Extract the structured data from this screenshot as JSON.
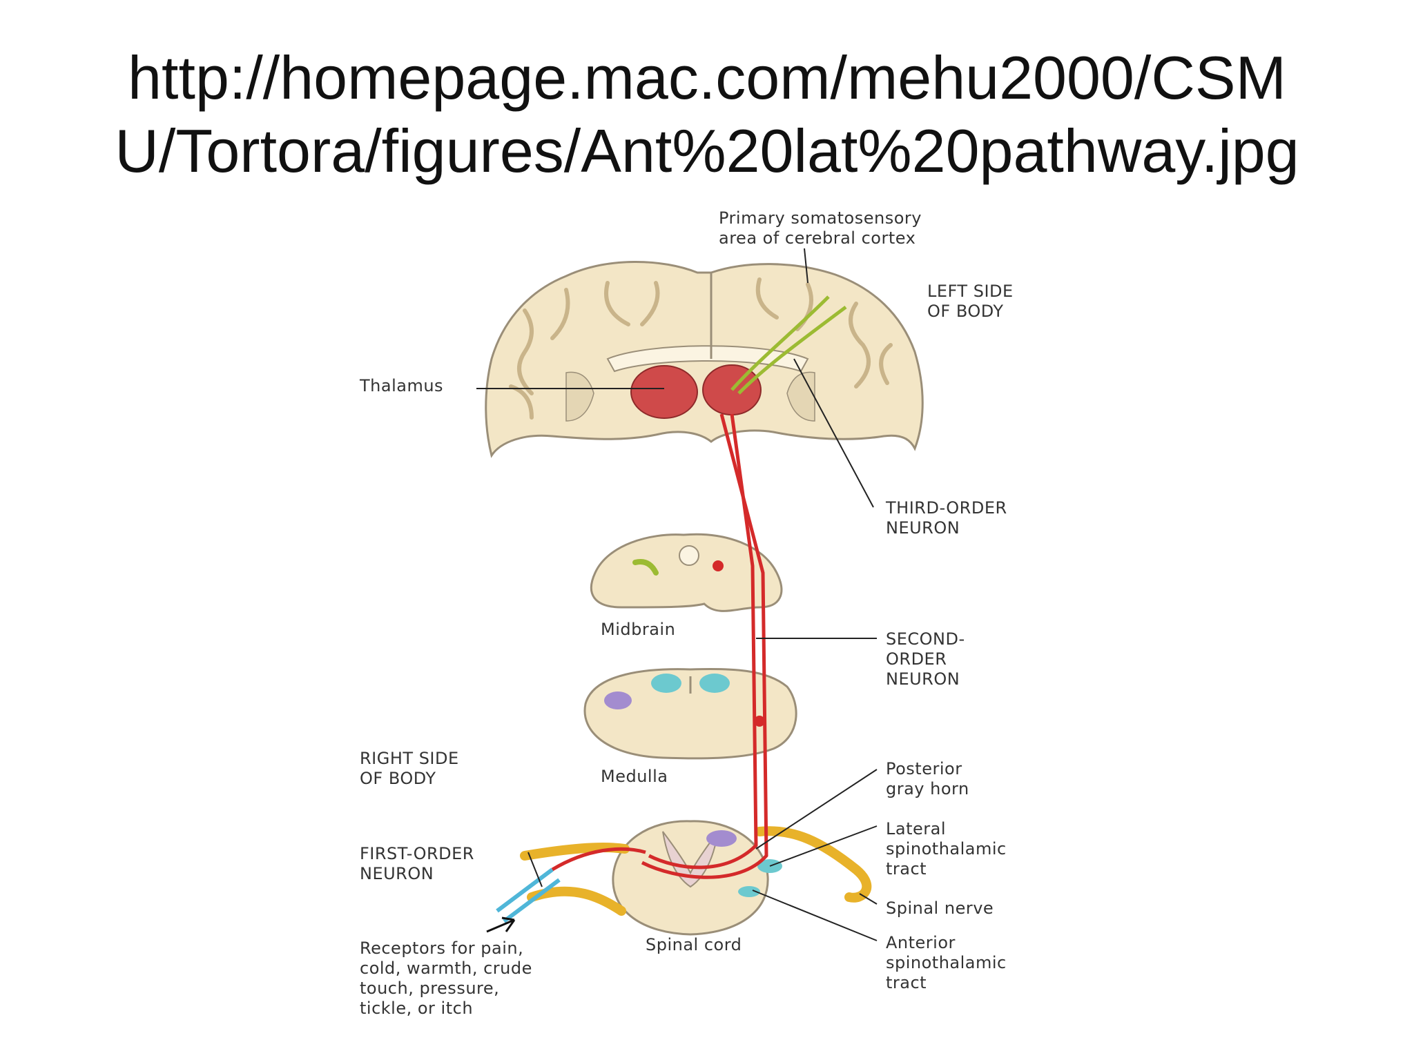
{
  "slide": {
    "title_line1": "http://homepage.mac.com/mehu2000/CSM",
    "title_line2": "U/Tortora/figures/Ant%20lat%20pathway.jpg"
  },
  "figure": {
    "labels": {
      "primary_cortex": "Primary somatosensory\narea of cerebral cortex",
      "left_side": "LEFT SIDE\nOF BODY",
      "thalamus": "Thalamus",
      "third_order": "THIRD-ORDER\nNEURON",
      "midbrain": "Midbrain",
      "second_order": "SECOND-\nORDER\nNEURON",
      "right_side": "RIGHT SIDE\nOF BODY",
      "medulla": "Medulla",
      "posterior_horn": "Posterior\ngray horn",
      "lateral_tract": "Lateral\nspinothalamic\ntract",
      "first_order": "FIRST-ORDER\nNEURON",
      "spinal_nerve": "Spinal nerve",
      "receptors": "Receptors for pain,\ncold, warmth, crude\ntouch, pressure,\ntickle, or itch",
      "spinal_cord": "Spinal cord",
      "anterior_tract": "Anterior\nspinothalamic\ntract"
    },
    "colors": {
      "tissue": "#f3e6c6",
      "gray_matter": "#fbf4e2",
      "tissue_outline": "#9a8e78",
      "pathway": "#d42a2a",
      "thalamus": "#cf4a4a",
      "third_order_fiber": "#9cbb33",
      "nerve": "#e8b22a",
      "receptor": "#4fb6d8",
      "nucleus_teal": "#6cc9cf",
      "nucleus_purple": "#a38ccf"
    }
  }
}
